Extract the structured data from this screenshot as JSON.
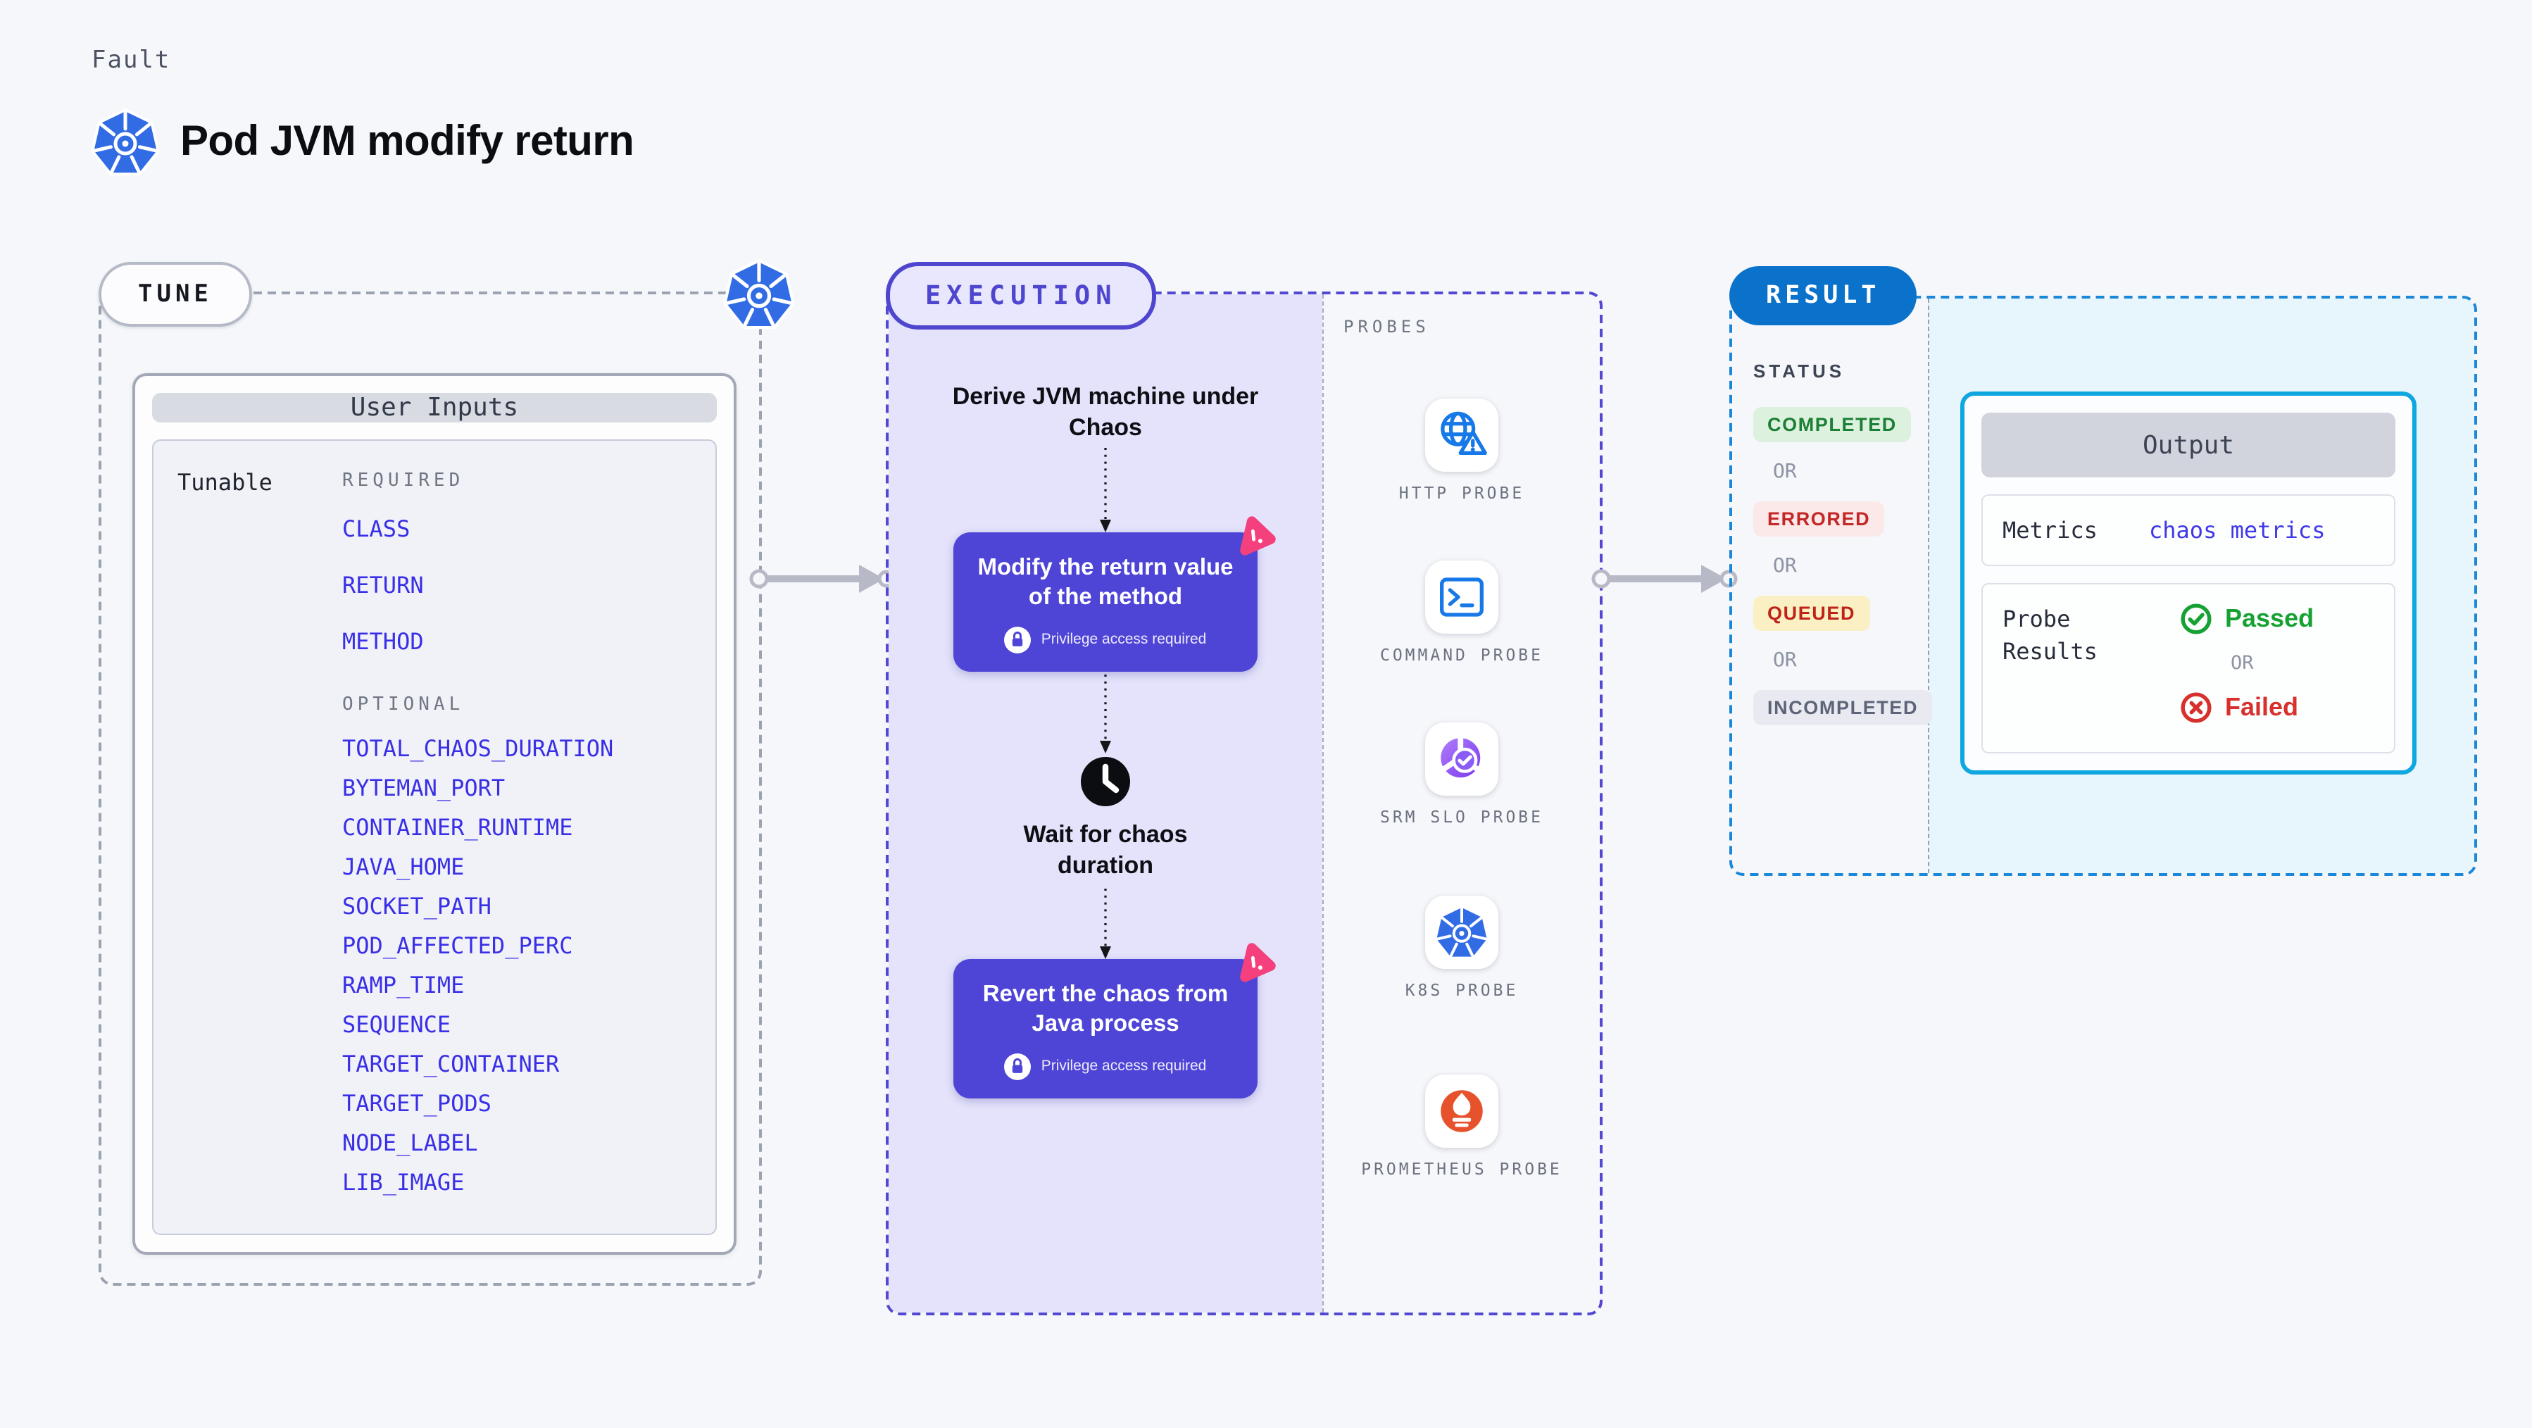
{
  "page": {
    "eyebrow": "Fault",
    "title": "Pod JVM modify return"
  },
  "tune": {
    "pill": "TUNE",
    "card_header": "User Inputs",
    "tunable_label": "Tunable",
    "required_label": "REQUIRED",
    "required": [
      "CLASS",
      "RETURN",
      "METHOD"
    ],
    "optional_label": "OPTIONAL",
    "optional": [
      "TOTAL_CHAOS_DURATION",
      "BYTEMAN_PORT",
      "CONTAINER_RUNTIME",
      "JAVA_HOME",
      "SOCKET_PATH",
      "POD_AFFECTED_PERC",
      "RAMP_TIME",
      "SEQUENCE",
      "TARGET_CONTAINER",
      "TARGET_PODS",
      "NODE_LABEL",
      "LIB_IMAGE"
    ]
  },
  "execution": {
    "pill": "EXECUTION",
    "derive_text": "Derive JVM machine under Chaos",
    "modify": {
      "title": "Modify the return value of the method",
      "badge": "Privilege access required"
    },
    "wait_text": "Wait for chaos duration",
    "revert": {
      "title": "Revert the chaos from Java process",
      "badge": "Privilege access required"
    }
  },
  "probes": {
    "label": "PROBES",
    "items": [
      "HTTP PROBE",
      "COMMAND PROBE",
      "SRM SLO PROBE",
      "K8S PROBE",
      "PROMETHEUS PROBE"
    ]
  },
  "result": {
    "pill": "RESULT",
    "status_label": "STATUS",
    "or_label": "OR",
    "statuses": [
      "COMPLETED",
      "ERRORED",
      "QUEUED",
      "INCOMPLETED"
    ],
    "output": {
      "header": "Output",
      "metrics_label": "Metrics",
      "metrics_value": "chaos metrics",
      "probe_results_label": "Probe Results",
      "passed": "Passed",
      "failed": "Failed"
    }
  },
  "colors": {
    "indigo": "#4e45d6",
    "lavender": "#e4e3fb",
    "pink": "#f4407c",
    "kubernetes_blue": "#326ce5",
    "probe_blue": "#1778e8",
    "prometheus_orange": "#e6522c",
    "result_blue": "#0b72cc",
    "output_cyan": "#0fa7e0",
    "passed_green": "#16a133",
    "failed_red": "#d8302c"
  }
}
